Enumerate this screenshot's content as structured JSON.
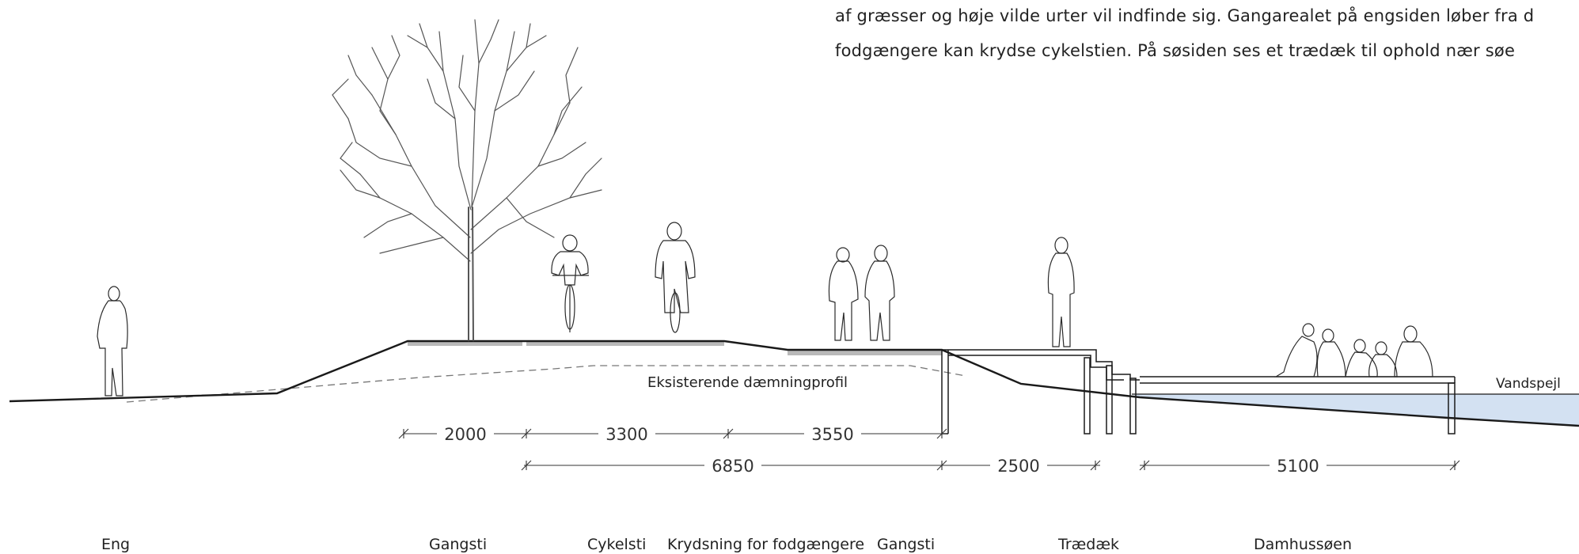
{
  "description": {
    "line1": "af græsser og høje vilde urter vil indfinde sig. Gangarealet på engsiden løber fra d",
    "line2": "fodgængere kan krydse cykelstien. På søsiden ses et trædæk til ophold nær søe"
  },
  "labels": {
    "existing_profile": "Eksisterende dæmningprofil",
    "water_level": "Vandspejl"
  },
  "dimensions": {
    "d1": "2000",
    "d2": "3300",
    "d3": "3550",
    "d4": "6850",
    "d5": "2500",
    "d6": "5100"
  },
  "zones": [
    "Eng",
    "Gangsti",
    "Cykelsti",
    "Krydsning for fodgængere",
    "Gangsti",
    "Trædæk",
    "Damhussøen"
  ],
  "colors": {
    "line": "#1a1a1a",
    "paving": "#b9b9b9",
    "water": "#d3e1f2"
  }
}
